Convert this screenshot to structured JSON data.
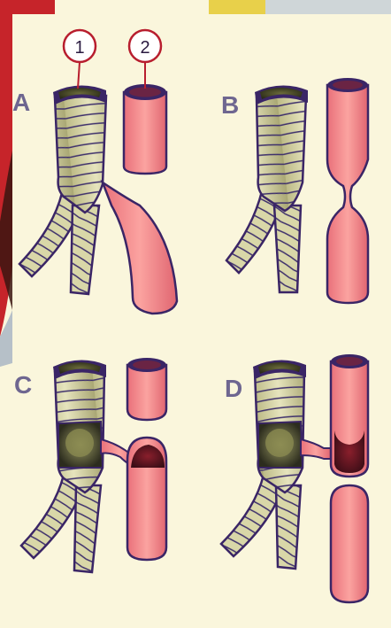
{
  "callouts": {
    "one": "1",
    "two": "2"
  },
  "panels": {
    "a": "A",
    "b": "B",
    "c": "C",
    "d": "D"
  },
  "colors": {
    "background": "#faf6dc",
    "trachea": "#d9d7a8",
    "trachea_ring_line": "#3d2f6b",
    "esophagus": "#f48a8a",
    "esophagus_dark": "#c84a58",
    "outline": "#3a2566",
    "label": "#6e6690",
    "callout_ring": "#b81e2e",
    "photo_red": "#c6242a",
    "photo_yellow": "#e8d04a"
  },
  "icons": [
    "trachea-illustration",
    "esophagus-illustration",
    "fistula-illustration"
  ]
}
